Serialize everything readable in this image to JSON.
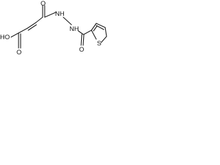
{
  "atoms": {
    "o_top": "O",
    "nh_1": "NH",
    "nh_2": "NH",
    "o_mid": "O",
    "oh": "HO",
    "o_bottom": "O",
    "s": "S"
  }
}
